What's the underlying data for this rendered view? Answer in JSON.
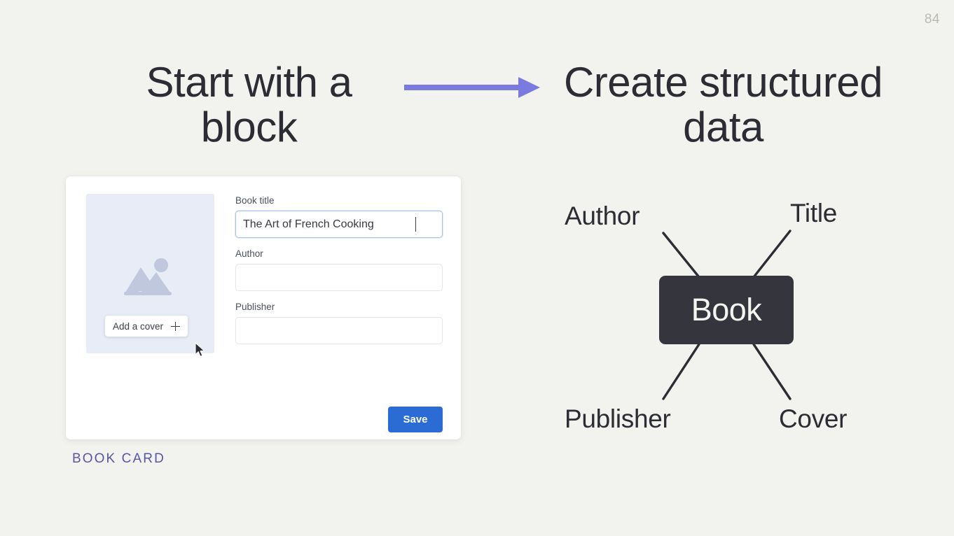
{
  "slide": {
    "page_number": "84",
    "background_color": "#f2f3ee"
  },
  "headings": {
    "left": "Start with a block",
    "right": "Create structured data"
  },
  "arrow": {
    "icon": "arrow-right-icon",
    "color": "#7a7ae0"
  },
  "card": {
    "caption": "BOOK CARD",
    "caption_color": "#5b54a6",
    "cover": {
      "placeholder_icon": "image-placeholder-icon",
      "add_cover_label": "Add a cover",
      "plus_icon": "plus-icon",
      "cursor_icon": "mouse-pointer-icon"
    },
    "fields": [
      {
        "label": "Book title",
        "value": "The Art of French Cooking",
        "placeholder": "",
        "focused": true
      },
      {
        "label": "Author",
        "value": "",
        "placeholder": "",
        "focused": false
      },
      {
        "label": "Publisher",
        "value": "",
        "placeholder": "",
        "focused": false
      }
    ],
    "save_label": "Save",
    "save_color": "#2a6cd4"
  },
  "diagram": {
    "center_node": "Book",
    "center_color": "#35353e",
    "labels": {
      "top_left": "Author",
      "top_right": "Title",
      "bottom_left": "Publisher",
      "bottom_right": "Cover"
    }
  }
}
